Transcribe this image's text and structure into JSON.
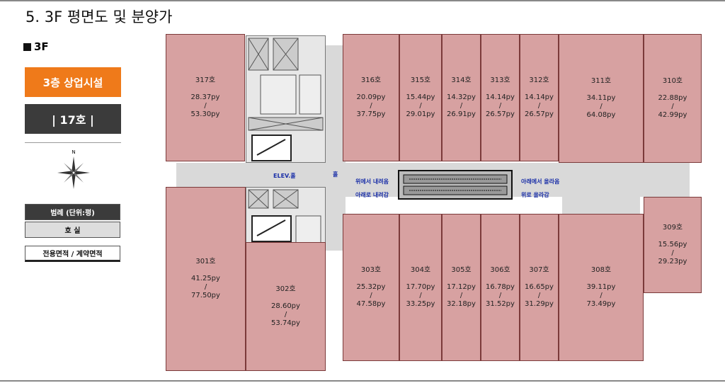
{
  "title": "5. 3F 평면도 및 분양가",
  "floor_label": "3F",
  "badges": {
    "facility": "3층 상업시설",
    "count": "| 17호 |"
  },
  "compass": {
    "north": "N"
  },
  "legend": {
    "header": "범례 (단위:평)",
    "row1": "호 실",
    "row2": "전용면적 / 계약면적"
  },
  "labels": {
    "elev": "ELEV.홀",
    "hall": "홀",
    "down_from_top": "위에서 내려옴",
    "down_below": "아래로 내려감",
    "up_from_below": "아래에서 올라옴",
    "up_above": "위로 올라감"
  },
  "units": [
    {
      "id": "317호",
      "exclusive": "28.37py",
      "contract": "53.30py"
    },
    {
      "id": "316호",
      "exclusive": "20.09py",
      "contract": "37.75py"
    },
    {
      "id": "315호",
      "exclusive": "15.44py",
      "contract": "29.01py"
    },
    {
      "id": "314호",
      "exclusive": "14.32py",
      "contract": "26.91py"
    },
    {
      "id": "313호",
      "exclusive": "14.14py",
      "contract": "26.57py"
    },
    {
      "id": "312호",
      "exclusive": "14.14py",
      "contract": "26.57py"
    },
    {
      "id": "311호",
      "exclusive": "34.11py",
      "contract": "64.08py"
    },
    {
      "id": "310호",
      "exclusive": "22.88py",
      "contract": "42.99py"
    },
    {
      "id": "309호",
      "exclusive": "15.56py",
      "contract": "29.23py"
    },
    {
      "id": "308호",
      "exclusive": "39.11py",
      "contract": "73.49py"
    },
    {
      "id": "307호",
      "exclusive": "16.65py",
      "contract": "31.29py"
    },
    {
      "id": "306호",
      "exclusive": "16.78py",
      "contract": "31.52py"
    },
    {
      "id": "305호",
      "exclusive": "17.12py",
      "contract": "32.18py"
    },
    {
      "id": "304호",
      "exclusive": "17.70py",
      "contract": "33.25py"
    },
    {
      "id": "303호",
      "exclusive": "25.32py",
      "contract": "47.58py"
    },
    {
      "id": "302호",
      "exclusive": "28.60py",
      "contract": "53.74py"
    },
    {
      "id": "301호",
      "exclusive": "41.25py",
      "contract": "77.50py"
    }
  ],
  "slash": "/"
}
